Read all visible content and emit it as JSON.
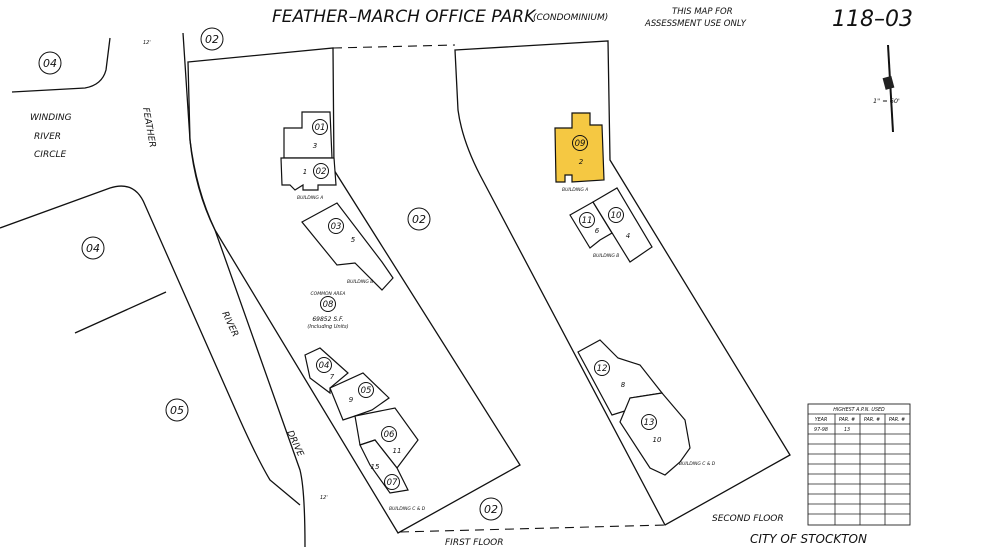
{
  "header": {
    "title": "FEATHER–MARCH OFFICE PARK",
    "subtitle": "(CONDOMINIUM)",
    "notice_line1": "THIS MAP FOR",
    "notice_line2": "ASSESSMENT USE ONLY",
    "map_number": "118–03",
    "scale": "1\" = 60'"
  },
  "streets": {
    "feather": "FEATHER",
    "river": "RIVER",
    "drive": "DRIVE",
    "winding": "WINDING",
    "river2": "RIVER",
    "circle": "CIRCLE"
  },
  "parcels": {
    "p02_top": "02",
    "p04_a": "04",
    "p04_b": "04",
    "p05": "05",
    "p02_mid": "02",
    "p02_bottom": "02",
    "u01": "01",
    "u02": "02",
    "u03": "03",
    "u04": "04",
    "u05": "05",
    "u06": "06",
    "u07": "07",
    "u08": "08",
    "u09": "09",
    "u10": "10",
    "u11": "11",
    "u12": "12",
    "u13": "13"
  },
  "units": {
    "n3": "3",
    "n1": "1",
    "n5": "5",
    "n7": "7",
    "n9": "9",
    "n11": "11",
    "n15": "15",
    "n2": "2",
    "n6": "6",
    "n4": "4",
    "n8": "8",
    "n10": "10"
  },
  "buildings": {
    "left_a": "BUILDING A",
    "left_b": "BUILDING B",
    "left_cd": "BUILDING C & D",
    "right_a": "BUILDING A",
    "right_b": "BUILDING B",
    "right_cd": "BUILDING C & D"
  },
  "common_area": {
    "label": "COMMON AREA",
    "area": "69852 S.F.",
    "note": "(Including Units)"
  },
  "floors": {
    "first": "FIRST FLOOR",
    "second": "SECOND FLOOR"
  },
  "city": "CITY OF STOCKTON",
  "misc": {
    "dim1": "12'",
    "dim2": "12'"
  },
  "apn_table": {
    "title": "HIGHEST A.P.N. USED",
    "headers": [
      "YEAR",
      "PAR. #",
      "PAR. #",
      "PAR. #"
    ],
    "rows": [
      [
        "97-98",
        "13",
        "",
        ""
      ]
    ]
  },
  "colors": {
    "highlight": "#f5c842",
    "line": "#111111"
  }
}
